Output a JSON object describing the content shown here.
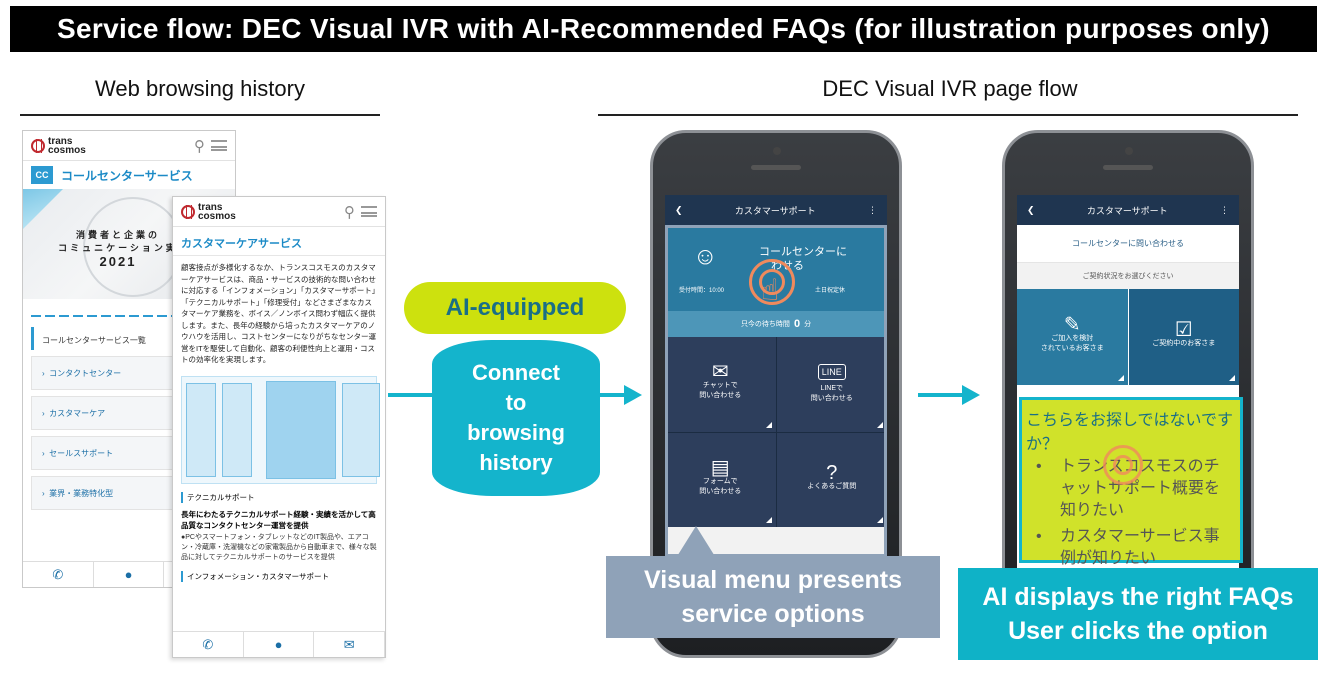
{
  "title": "Service flow: DEC Visual IVR with AI-Recommended FAQs (for illustration purposes only)",
  "left_section": {
    "label": "Web browsing history",
    "back_page": {
      "logo_top": "trans",
      "logo_bottom": "cosmos",
      "badge": "CC",
      "page_title": "コールセンターサービス",
      "hero_line1": "消費者と企業の",
      "hero_line2": "コミュニケーション実",
      "hero_year": "2021",
      "list_heading": "コールセンターサービス一覧",
      "items": [
        "コンタクトセンター",
        "カスタマーケア",
        "セールスサポート",
        "業界・業務特化型"
      ]
    },
    "front_page": {
      "logo_top": "trans",
      "logo_bottom": "cosmos",
      "page_title": "カスタマーケアサービス",
      "body": "顧客接点が多様化するなか、トランスコスモスのカスタマーケアサービスは、商品・サービスの技術的な問い合わせに対応する「インフォメーション」「カスタマーサポート」「テクニカルサポート」「修理受付」などさまざまなカスタマーケア業務を、ボイス／ノンボイス問わず幅広く提供します。また、長年の経験から培ったカスタマーケアのノウハウを活用し、コストセンターになりがちなセンター運営をITを駆使して自動化、顧客の利便性向上と運用・コストの効率化を実現します。",
      "sub_heading": "テクニカルサポート",
      "sub_bold": "長年にわたるテクニカルサポート経験・実績を活かして高品質なコンタクトセンター運営を提供",
      "sub_text": "●PCやスマートフォン・タブレットなどのIT製品や、エアコン・冷蔵庫・洗濯機などの家電製品から自動車まで、様々な製品に対してテクニカルサポートのサービスを提供",
      "sub_heading2": "インフォメーション・カスタマーサポート"
    }
  },
  "ai_badge": "AI-equipped",
  "connect_text": [
    "Connect",
    "to",
    "browsing",
    "history"
  ],
  "right_section": {
    "label": "DEC Visual IVR page flow"
  },
  "phone1": {
    "header": "カスタマーサポート",
    "top_tile_text1": "コールセンターに",
    "top_tile_text2": "わせる",
    "hours": "受付時間：10:00",
    "holiday": "土日祝定休",
    "wait_label": "只今の待ち時間",
    "wait_value": "0",
    "wait_unit": "分",
    "tiles": [
      {
        "line1": "チャットで",
        "line2": "問い合わせる",
        "icon": "chat-icon"
      },
      {
        "line1": "LINEで",
        "line2": "問い合わせる",
        "icon": "line-icon",
        "badge": "LINE"
      },
      {
        "line1": "フォームで",
        "line2": "問い合わせる",
        "icon": "form-icon"
      },
      {
        "line1": "よくあるご質問",
        "line2": "",
        "icon": "faq-icon"
      }
    ]
  },
  "phone2": {
    "header": "カスタマーサポート",
    "contact_link": "コールセンターに問い合わせる",
    "status_prompt": "ご契約状況をお選びください",
    "card1_line1": "ご加入を検討",
    "card1_line2": "されているお客さま",
    "card2": "ご契約中のお客さま",
    "faq_title": "こちらをお探しではないですか？",
    "faq_items": [
      "トランスコスモスのチャットサポート概要を知りたい",
      "カスタマーサービス事例が知りたい"
    ]
  },
  "callout_left": [
    "Visual menu presents",
    "service options"
  ],
  "callout_right": [
    "AI displays the right FAQs",
    "User clicks the option"
  ],
  "colors": {
    "teal": "#14b4cc",
    "lime": "#cde10e",
    "navy": "#1f3550",
    "gray_callout": "#8fa2b8"
  }
}
